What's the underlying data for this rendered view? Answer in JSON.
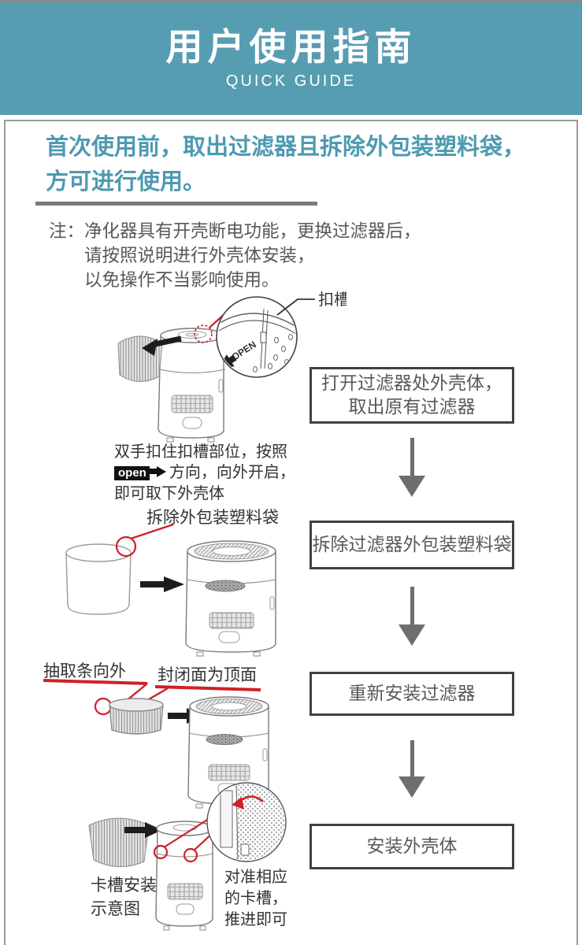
{
  "colors": {
    "teal_band": "#579db2",
    "teal_heading": "#4d9ab1",
    "annotation_red": "#ce2127",
    "caption_black": "#333333",
    "body_gray": "#58595b",
    "flow_box_border": "#414042",
    "flow_arrow_gray": "#6d6e70"
  },
  "header": {
    "title": "用户使用指南",
    "subtitle": "QUICK GUIDE"
  },
  "warning": {
    "line1": "首次使用前，取出过滤器且拆除外包装塑料袋，",
    "line2": "方可进行使用。"
  },
  "note": {
    "line1": "注：净化器具有开壳断电功能，更换过滤器后，",
    "line2": "请按照说明进行外壳体安装，",
    "line3": "以免操作不当影响使用。"
  },
  "flow": {
    "step1": {
      "line1": "打开过滤器处外壳体，",
      "line2": "取出原有过滤器"
    },
    "step2": {
      "line1": "拆除过滤器外包装塑料袋"
    },
    "step3": {
      "line1": "重新安装过滤器"
    },
    "step4": {
      "line1": "安装外壳体"
    }
  },
  "diagram1": {
    "callout": "扣槽",
    "magnifier_label": "OPEN",
    "caption_line1": "双手扣住扣槽部位，按照",
    "open_badge": "open",
    "caption_line2": "方向，向外开启，",
    "caption_line3": "即可取下外壳体"
  },
  "diagram2": {
    "label": "拆除外包装塑料袋"
  },
  "diagram3": {
    "label_left": "抽取条向外",
    "label_right": "封闭面为顶面"
  },
  "diagram4": {
    "caption_line1": "卡槽安装",
    "caption_line2": "示意图",
    "hint_line1": "对准相应",
    "hint_line2": "的卡槽，",
    "hint_line3": "推进即可"
  }
}
